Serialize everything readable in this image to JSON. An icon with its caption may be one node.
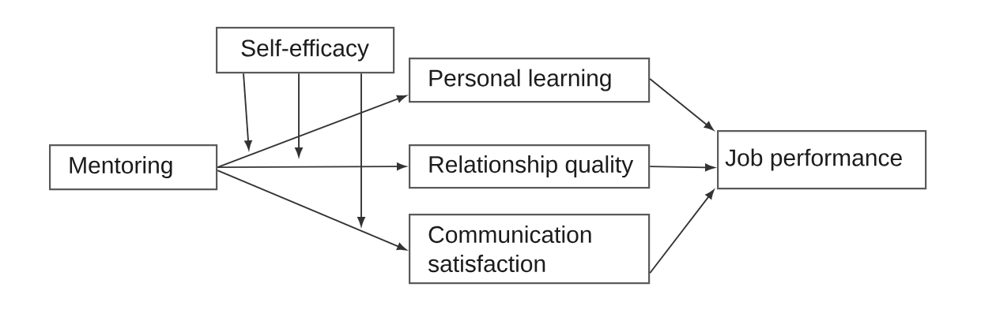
{
  "diagram": {
    "nodes": [
      {
        "text": [
          "Self-efficacy"
        ]
      },
      {
        "text": [
          "Mentoring"
        ]
      },
      {
        "text": [
          "Personal learning"
        ]
      },
      {
        "text": [
          "Relationship quality"
        ]
      },
      {
        "text": [
          "Communication satisfaction"
        ]
      },
      {
        "text": [
          "Job performance"
        ]
      }
    ],
    "edges": [
      {
        "from": 1,
        "to": 2,
        "arrow": "to"
      },
      {
        "from": 1,
        "to": 3,
        "arrow": "to"
      },
      {
        "from": 1,
        "to": 4,
        "arrow": "to"
      },
      {
        "from": 0,
        "to": null,
        "arrow": "to"
      },
      {
        "from": 0,
        "to": null,
        "arrow": "to"
      },
      {
        "from": 0,
        "to": null,
        "arrow": "to"
      },
      {
        "from": 2,
        "to": 5,
        "arrow": "to"
      },
      {
        "from": 3,
        "to": 5,
        "arrow": "to"
      },
      {
        "from": 4,
        "to": 5,
        "arrow": "to"
      }
    ]
  }
}
